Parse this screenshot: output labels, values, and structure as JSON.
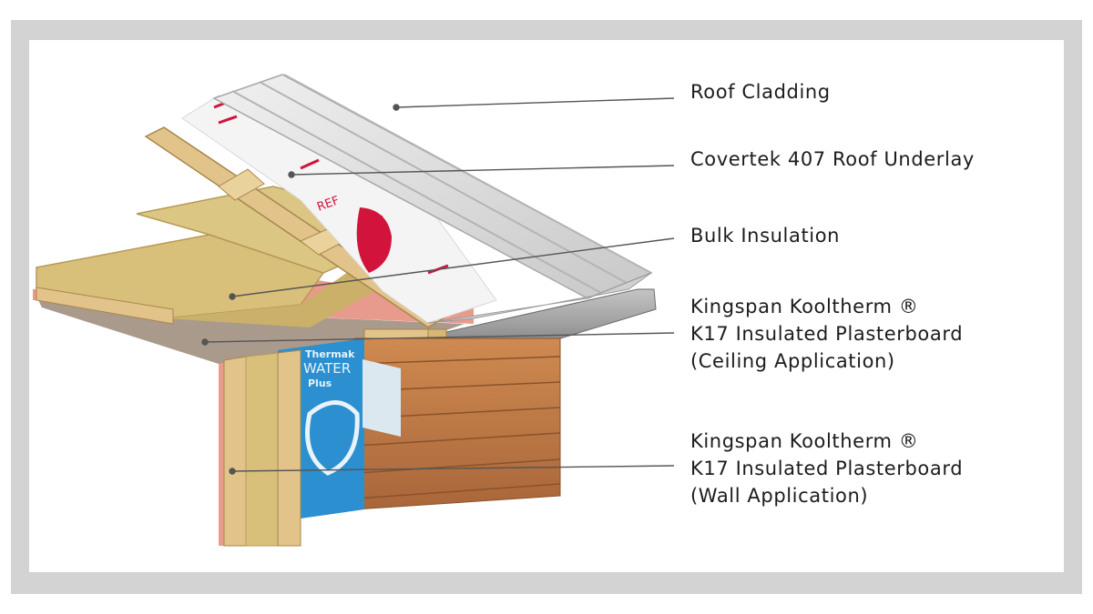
{
  "labels": {
    "roof_cladding": "Roof Cladding",
    "roof_underlay": "Covertek 407 Roof Underlay",
    "bulk_insulation": "Bulk Insulation",
    "ceiling_board": {
      "line1": "Kingspan Kooltherm ®",
      "line2": "K17 Insulated Plasterboard",
      "line3": "(Ceiling Application)"
    },
    "wall_board": {
      "line1": "Kingspan Kooltherm ®",
      "line2": "K17 Insulated Plasterboard",
      "line3": "(Wall Application)"
    }
  },
  "wrap_text": {
    "line1": "Thermak",
    "line2": "WATER",
    "line3": "Plus"
  },
  "underlay_text": "REF",
  "colors": {
    "frame": "#d3d3d3",
    "background": "#ffffff",
    "label_text": "#1c1c1c",
    "leader_line": "#555555",
    "roof_sheet": "#dcdcdc",
    "timber": "#e2c48a",
    "insulation": "#d9c07a",
    "plasterboard_pink": "#e89a8c",
    "wrap_blue": "#2b8fd0",
    "cladding_wood": "#c07a45",
    "gutter": "#9a9a9a",
    "underlay_red": "#d2143c"
  }
}
